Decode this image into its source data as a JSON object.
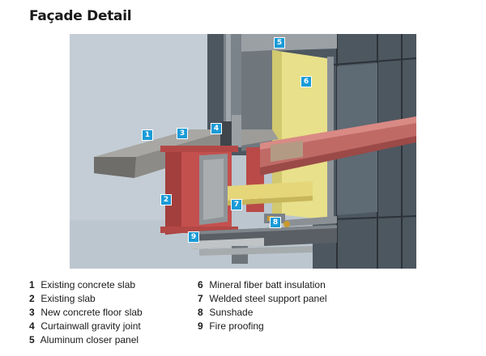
{
  "title": "Façade Detail",
  "callouts": [
    "1",
    "2",
    "3",
    "4",
    "5",
    "6",
    "7",
    "8",
    "9"
  ],
  "legend": {
    "col1": [
      {
        "num": "1",
        "label": "Existing concrete slab"
      },
      {
        "num": "2",
        "label": "Existing slab"
      },
      {
        "num": "3",
        "label": "New concrete floor slab"
      },
      {
        "num": "4",
        "label": "Curtainwall gravity joint"
      },
      {
        "num": "5",
        "label": "Aluminum closer panel"
      }
    ],
    "col2": [
      {
        "num": "6",
        "label": "Mineral fiber batt insulation"
      },
      {
        "num": "7",
        "label": "Welded steel support panel"
      },
      {
        "num": "8",
        "label": "Sunshade"
      },
      {
        "num": "9",
        "label": "Fire proofing"
      }
    ]
  },
  "colors": {
    "callout": "#1a9bd7",
    "steel_red": "#c4504e",
    "insulation": "#e8e08a",
    "glass": "#4a5560",
    "concrete": "#8a8a88",
    "sky": "#bcc6cf"
  }
}
